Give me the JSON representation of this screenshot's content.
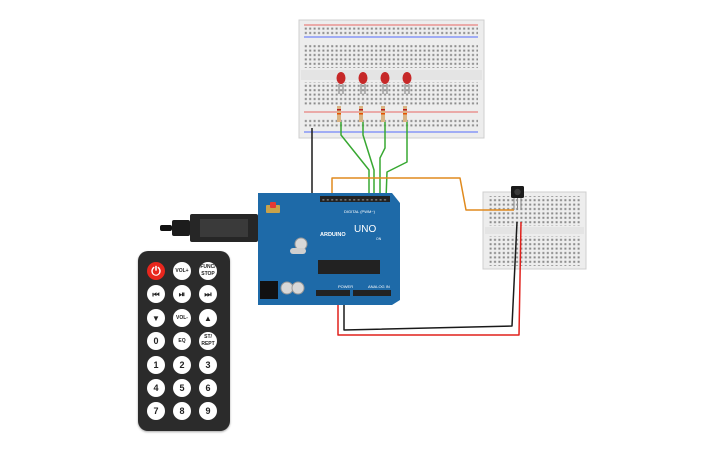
{
  "arduino": {
    "logo_text": "ARDUINO",
    "model": "UNO",
    "digital_label": "DIGITAL (PWM~)",
    "power_label": "POWER",
    "analog_label": "ANALOG IN",
    "on_label": "ON"
  },
  "remote": {
    "power_symbol": "⏻",
    "vol_up": "VOL+",
    "func_stop": "FUNC/ STOP",
    "prev": "⏮",
    "play_pause": "⏯",
    "next": "⏭",
    "down": "▼",
    "vol_down": "VOL-",
    "up": "▲",
    "n0": "0",
    "eq": "EQ",
    "st_rept": "ST/ REPT",
    "n1": "1",
    "n2": "2",
    "n3": "3",
    "n4": "4",
    "n5": "5",
    "n6": "6",
    "n7": "7",
    "n8": "8",
    "n9": "9"
  },
  "colors": {
    "board_blue": "#1e6aa8",
    "wire_green": "#38a832",
    "wire_orange": "#e08a1e",
    "wire_red": "#e0201b",
    "wire_black": "#1a1a1a",
    "led_red": "#c62828",
    "breadboard": "#eeeeee"
  }
}
